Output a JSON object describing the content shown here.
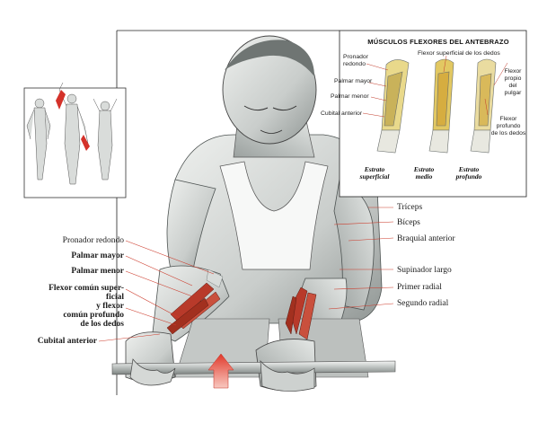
{
  "figure": {
    "inset": {
      "title": "MÚSCULOS FLEXORES DEL ANTEBRAZO",
      "left_labels": [
        "Pronador\nredondo",
        "Palmar mayor",
        "Palmar menor",
        "Cubital anterior"
      ],
      "right_labels": [
        "Flexor superficial de los dedos",
        "Flexor\npropio\ndel pulgar",
        "Flexor profundo\nde los dedos"
      ],
      "captions": [
        "Estrato\nsuperficial",
        "Estrato\nmedio",
        "Estrato\nprofundo"
      ]
    },
    "right_labels": [
      "Tríceps",
      "Bíceps",
      "Braquial anterior",
      "Supinador largo",
      "Primer radial",
      "Segundo radial"
    ],
    "left_labels": {
      "pronador": "Pronador redondo",
      "palmar_mayor": "Palmar mayor",
      "palmar_menor": "Palmar menor",
      "flexor": "Flexor común super-\nficial\ny flexor\ncomún profundo\nde los dedos",
      "cubital": "Cubital anterior"
    },
    "colors": {
      "muscle_red": "#b83a2a",
      "skin_light": "#d9dcd8",
      "skin_shade": "#9aa09e",
      "arrow_red": "#e0392a",
      "leader": "#cc3a2a"
    }
  }
}
